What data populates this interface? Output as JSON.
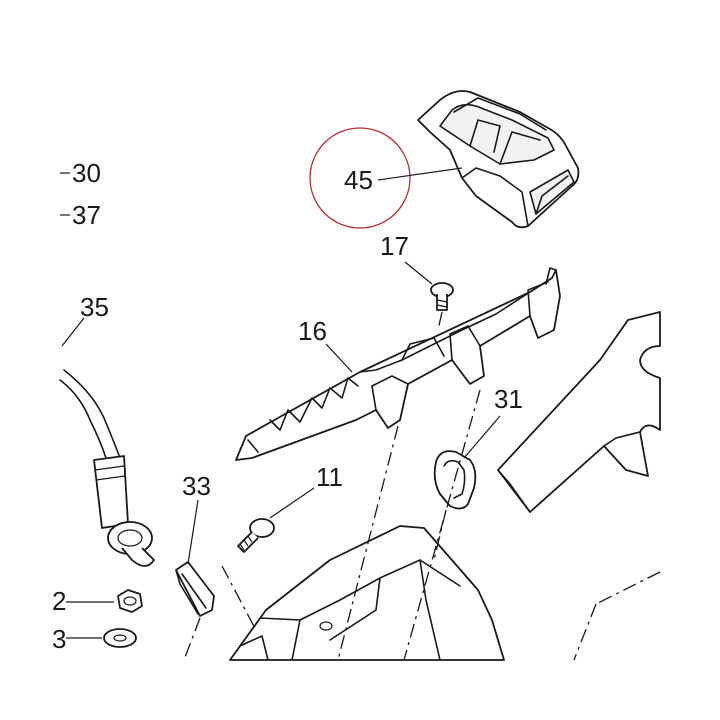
{
  "diagram": {
    "callouts": {
      "c30": "30",
      "c37": "37",
      "c35": "35",
      "c45": "45",
      "c17": "17",
      "c16": "16",
      "c31": "31",
      "c33": "33",
      "c11": "11",
      "c2": "2",
      "c3": "3"
    },
    "highlight_color": "#b5303a",
    "line_color": "#1a1a1a"
  }
}
